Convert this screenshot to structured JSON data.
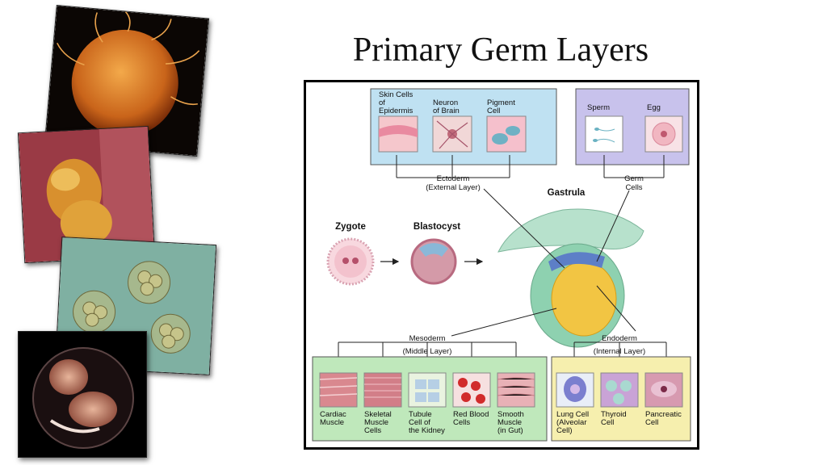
{
  "slide_title": "Primary Germ Layers",
  "photos": [
    {
      "name": "sperm-egg-photo"
    },
    {
      "name": "embryo-cells-photo"
    },
    {
      "name": "early-cleavage-photo"
    },
    {
      "name": "fetus-photo"
    }
  ],
  "diagram": {
    "stages": {
      "zygote": "Zygote",
      "blastocyst": "Blastocyst",
      "gastrula": "Gastrula"
    },
    "ectoderm": {
      "label": "Ectoderm",
      "sublabel": "(External Layer)",
      "cells": [
        {
          "line1": "Skin Cells",
          "line2": "of",
          "line3": "Epidermis"
        },
        {
          "line1": "Neuron",
          "line2": "of Brain",
          "line3": ""
        },
        {
          "line1": "Pigment",
          "line2": "Cell",
          "line3": ""
        }
      ]
    },
    "germ": {
      "label": "Germ",
      "sublabel": "Cells",
      "cells": [
        {
          "line1": "Sperm"
        },
        {
          "line1": "Egg"
        }
      ]
    },
    "mesoderm": {
      "label": "Mesoderm",
      "sublabel": "(Middle Layer)",
      "cells": [
        {
          "line1": "Cardiac",
          "line2": "Muscle",
          "line3": ""
        },
        {
          "line1": "Skeletal",
          "line2": "Muscle",
          "line3": "Cells"
        },
        {
          "line1": "Tubule",
          "line2": "Cell of",
          "line3": "the Kidney"
        },
        {
          "line1": "Red Blood",
          "line2": "Cells",
          "line3": ""
        },
        {
          "line1": "Smooth",
          "line2": "Muscle",
          "line3": "(in Gut)"
        }
      ]
    },
    "endoderm": {
      "label": "Endoderm",
      "sublabel": "(Internal Layer)",
      "cells": [
        {
          "line1": "Lung Cell",
          "line2": "(Alveolar",
          "line3": "Cell)"
        },
        {
          "line1": "Thyroid",
          "line2": "Cell",
          "line3": ""
        },
        {
          "line1": "Pancreatic",
          "line2": "Cell",
          "line3": ""
        }
      ]
    }
  }
}
